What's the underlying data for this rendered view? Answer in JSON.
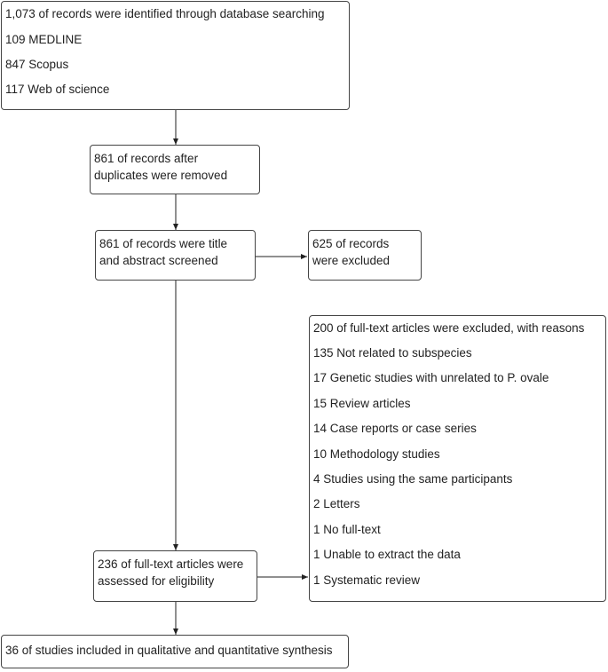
{
  "identification": {
    "lines": [
      "1,073 of records were identified through database searching",
      "109 MEDLINE",
      "847 Scopus",
      "117 Web of science"
    ]
  },
  "duplicates_removed": {
    "lines": [
      "861 of records after",
      "duplicates were removed"
    ]
  },
  "screened": {
    "lines": [
      "861 of records were title",
      "and abstract screened"
    ]
  },
  "excluded_records": {
    "lines": [
      "625 of records",
      "were excluded"
    ]
  },
  "fulltext_excluded": {
    "lines": [
      "200 of full-text articles were excluded, with reasons",
      "135 Not related to subspecies",
      "17 Genetic studies with unrelated to P. ovale",
      "15 Review articles",
      "14 Case reports or case series",
      "10 Methodology studies",
      "4 Studies using the same participants",
      "2 Letters",
      "1 No full-text",
      "1 Unable to extract the data",
      "1 Systematic review"
    ]
  },
  "eligibility": {
    "lines": [
      "236 of full-text articles were",
      "assessed for eligibility"
    ]
  },
  "included": {
    "lines": [
      "36 of studies included in qualitative and quantitative synthesis"
    ]
  }
}
